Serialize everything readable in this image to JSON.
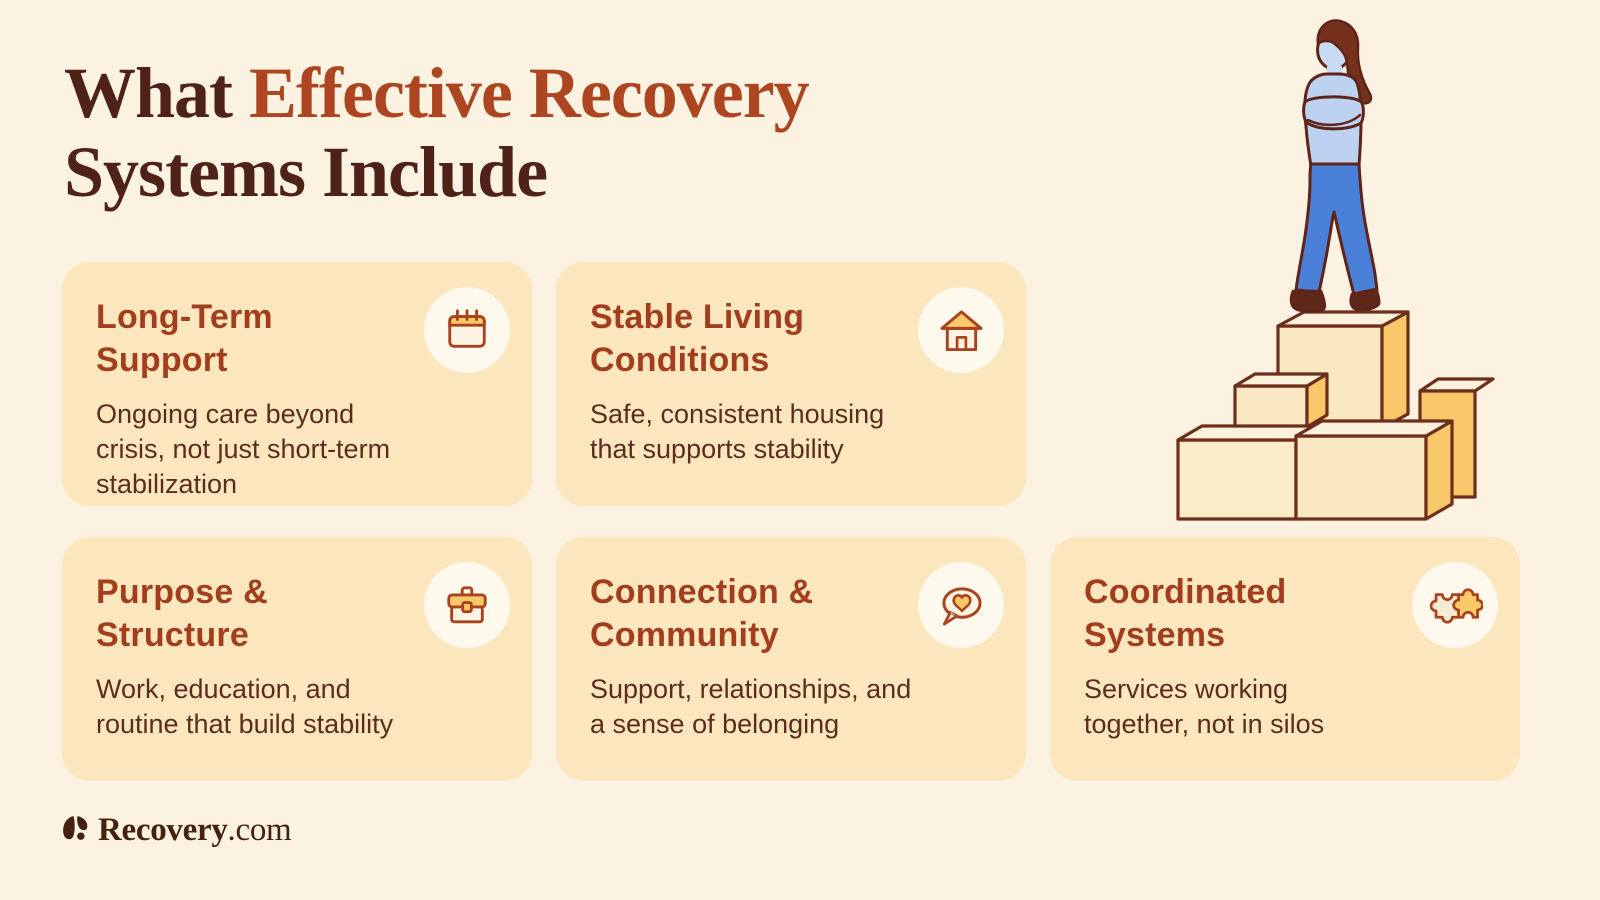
{
  "title": {
    "line1_dark": "What ",
    "line1_accent": "Effective Recovery",
    "line2": "Systems Include"
  },
  "cards": [
    {
      "id": "long-term-support",
      "title": "Long-Term\nSupport",
      "description": "Ongoing care beyond\ncrisis, not just short-term\nstabilization",
      "icon": "calendar-icon"
    },
    {
      "id": "stable-living-conditions",
      "title": "Stable Living\nConditions",
      "description": "Safe, consistent housing\nthat supports stability",
      "icon": "house-icon"
    },
    {
      "id": "purpose-structure",
      "title": "Purpose &\nStructure",
      "description": "Work, education, and\nroutine that build stability",
      "icon": "briefcase-icon"
    },
    {
      "id": "connection-community",
      "title": "Connection &\nCommunity",
      "description": "Support, relationships, and\na sense of belonging",
      "icon": "chat-heart-icon"
    },
    {
      "id": "coordinated-systems",
      "title": "Coordinated\nSystems",
      "description": "Services working\ntogether, not in silos",
      "icon": "puzzle-icon"
    }
  ],
  "footer": {
    "brand": "Recovery",
    "domain": ".com"
  },
  "illustration": {
    "description": "Woman with arms crossed standing on a stack of boxes"
  },
  "colors": {
    "background": "#FBF2E1",
    "card_background": "#FCE6BE",
    "icon_circle_background": "#FEF9EC",
    "card_heading": "#A23E1E",
    "card_body_text": "#5B2D1F",
    "title_dark": "#4E2216",
    "title_accent": "#AD4521",
    "icon_stroke": "#A8431E",
    "icon_yellow_fill": "#F9C869",
    "footer_text": "#46210F",
    "illustration_outline": "#6E2E1C",
    "sweater_blue": "#BDD2F1",
    "jeans_blue": "#4B80D8"
  }
}
